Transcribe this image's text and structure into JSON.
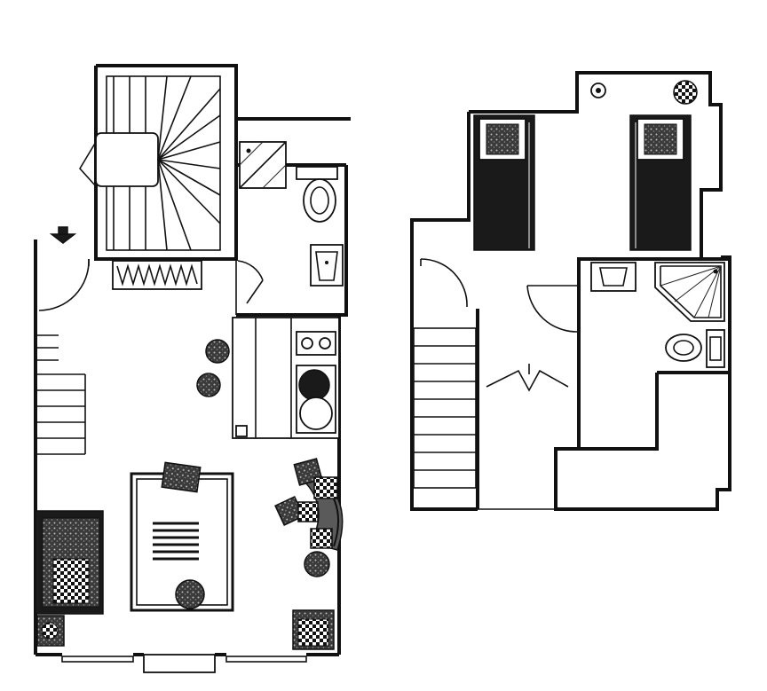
{
  "plan": {
    "ink_color": "#111111",
    "paper_color": "#ffffff"
  },
  "ground_floor": {
    "stair_treads": 11,
    "straight_stair_steps": 8,
    "features": [
      "spiral-stair",
      "shower",
      "toilet",
      "washbasin",
      "radiator",
      "kitchen-counter",
      "hob",
      "dining-table",
      "chairs",
      "sofa",
      "coffee-table",
      "armchair",
      "entrance-door"
    ]
  },
  "upper_floor": {
    "stair_steps": 9,
    "features": [
      "single-bed-left",
      "single-bed-right",
      "lamp",
      "plant",
      "door",
      "washbasin",
      "shower",
      "toilet",
      "bidet",
      "straight-stair"
    ]
  }
}
